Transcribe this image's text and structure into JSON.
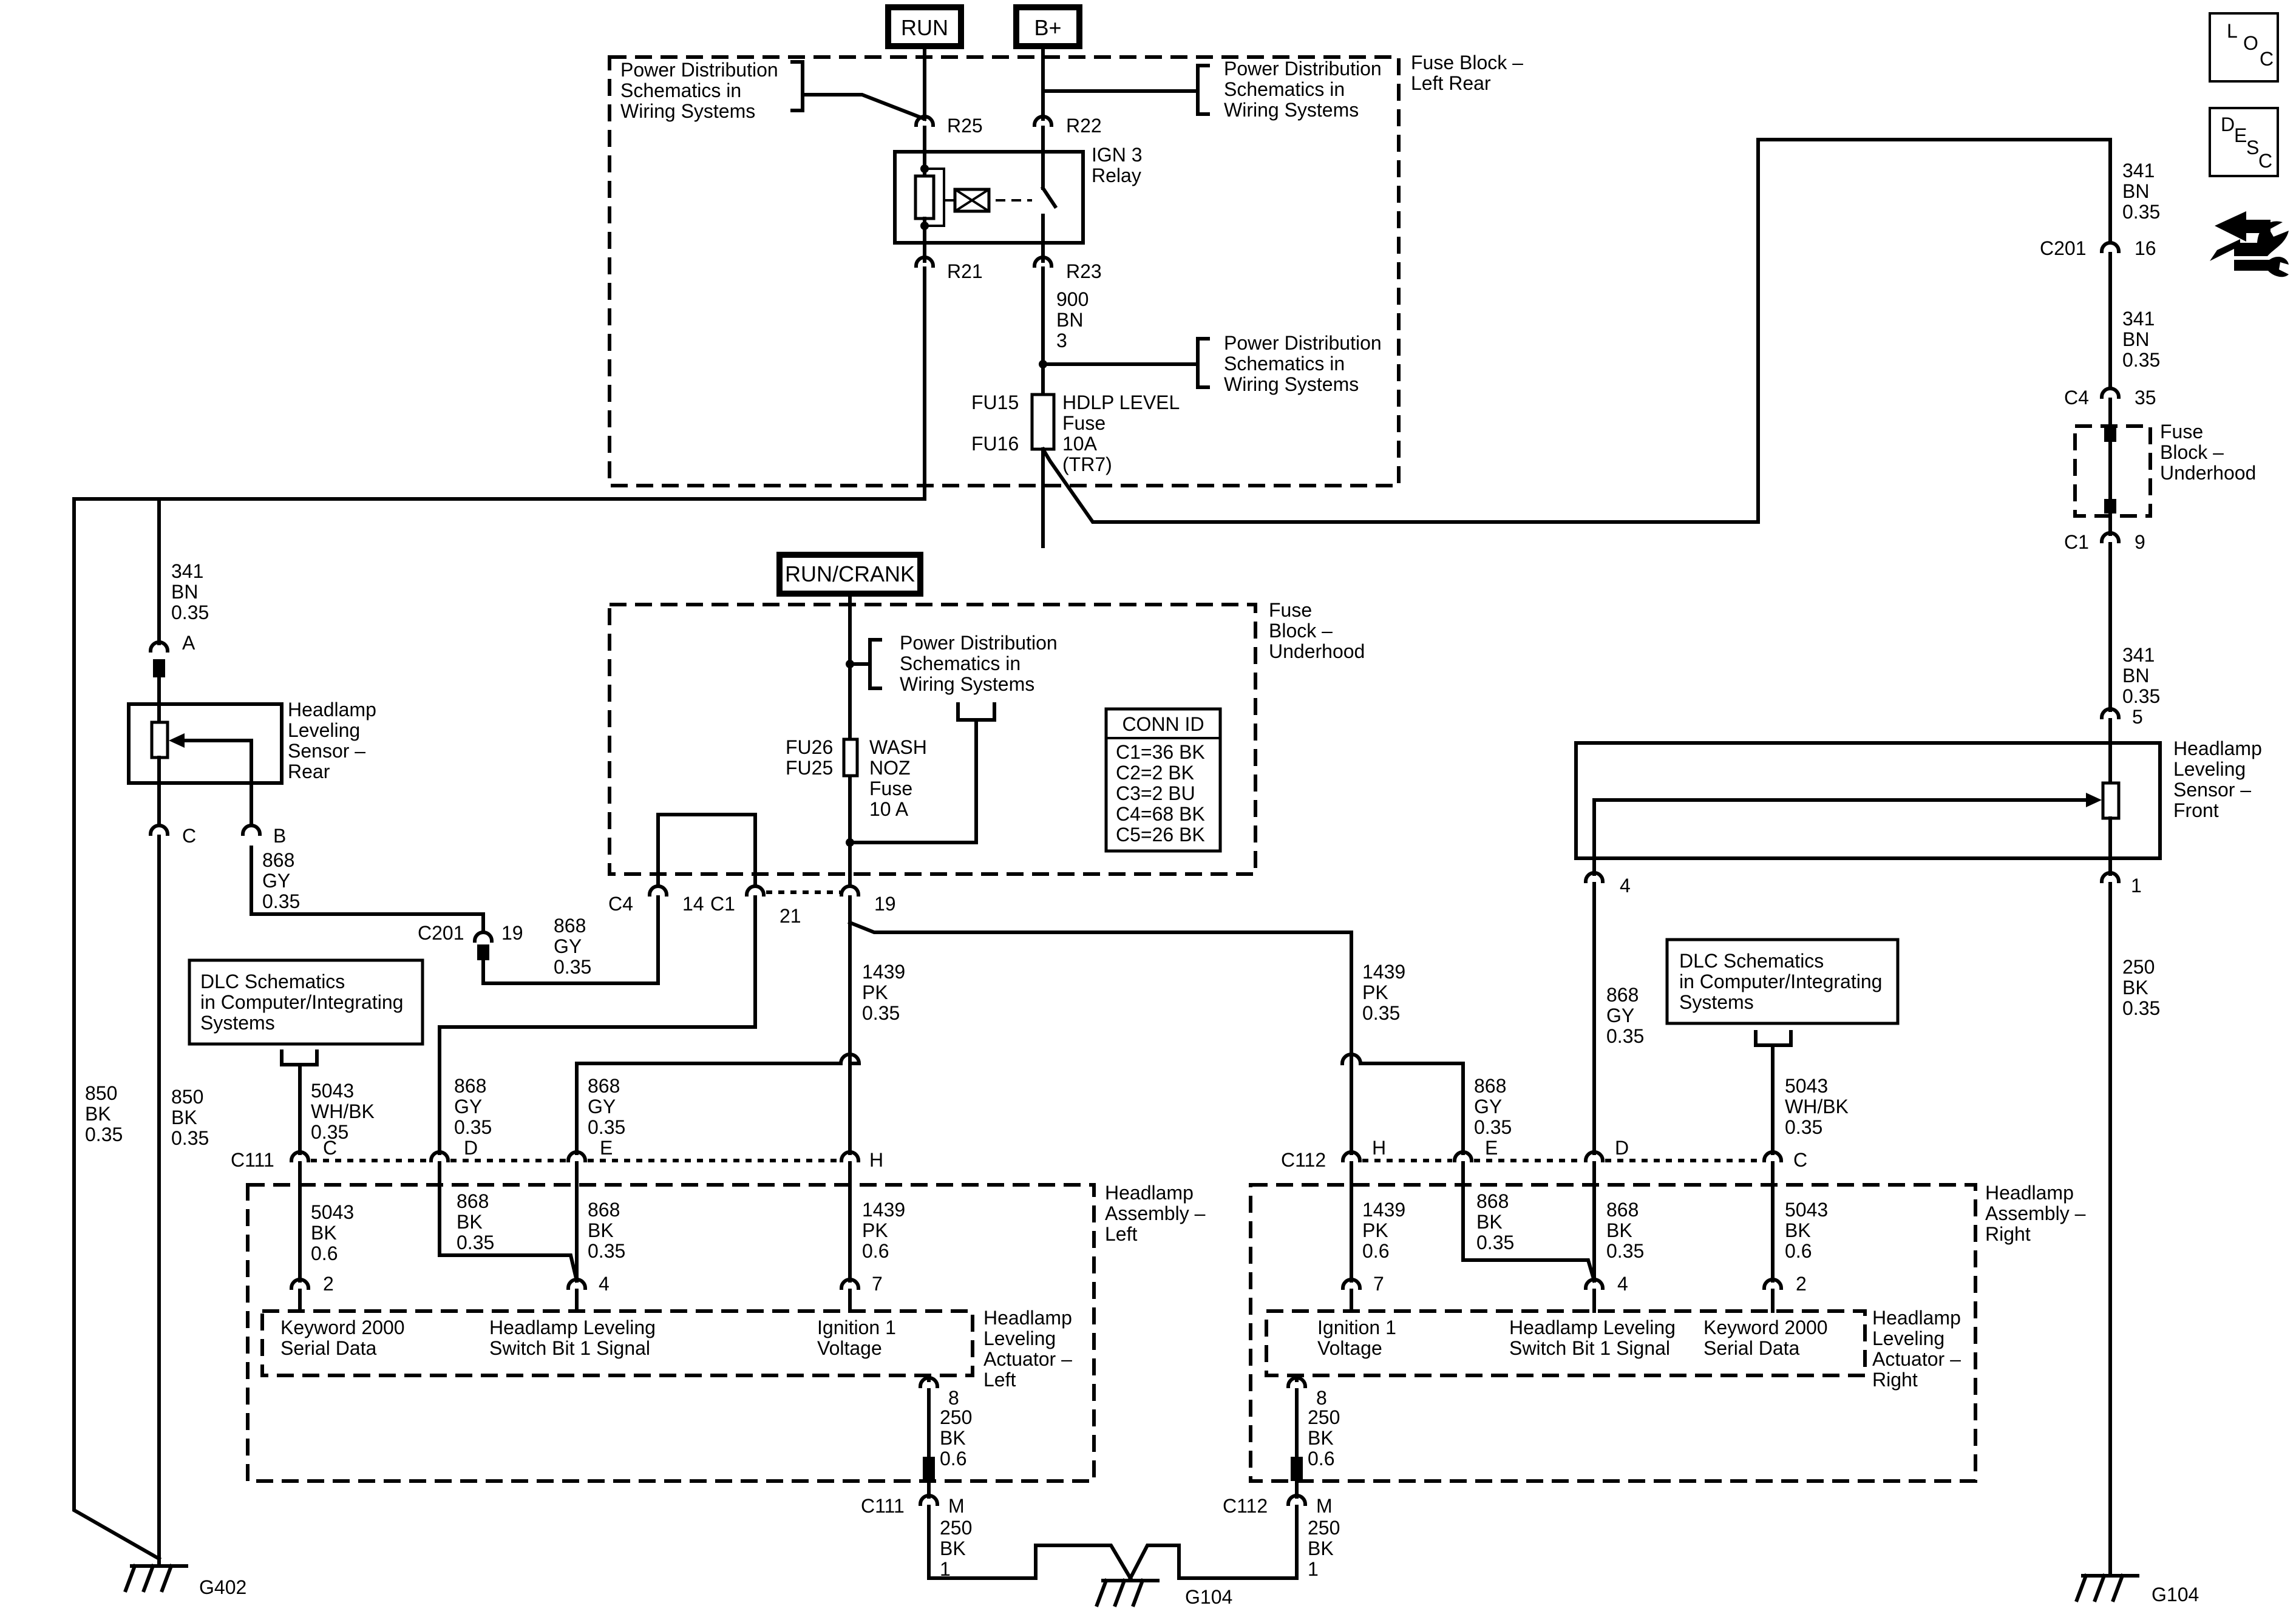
{
  "sources": {
    "run": "RUN",
    "bplus": "B+",
    "runcrank": "RUN/CRANK"
  },
  "icons": {
    "loc": [
      "L",
      "O",
      "C"
    ],
    "desc": [
      "D",
      "E",
      "S",
      "C"
    ],
    "tool": "wrench-arrow-icon"
  },
  "fuse_block_lr": {
    "title": [
      "Fuse Block –",
      "Left Rear"
    ],
    "pd_left": [
      "Power Distribution",
      "Schematics in",
      "Wiring Systems"
    ],
    "pd_right": [
      "Power Distribution",
      "Schematics in",
      "Wiring Systems"
    ],
    "pd_mid": [
      "Power Distribution",
      "Schematics in",
      "Wiring Systems"
    ],
    "r25": "R25",
    "r22": "R22",
    "r21": "R21",
    "r23": "R23",
    "relay": [
      "IGN 3",
      "Relay"
    ],
    "wire900": [
      "900",
      "BN",
      "3"
    ],
    "fu15": "FU15",
    "fu16": "FU16",
    "fuse": [
      "HDLP LEVEL",
      "Fuse",
      "10A",
      "(TR7)"
    ]
  },
  "fuse_block_uh": {
    "title": [
      "Fuse",
      "Block –",
      "Underhood"
    ],
    "pd": [
      "Power Distribution",
      "Schematics in",
      "Wiring Systems"
    ],
    "fu26": "FU26",
    "fu25": "FU25",
    "fuse": [
      "WASH",
      "NOZ",
      "Fuse",
      "10 A"
    ],
    "conn_title": "CONN ID",
    "conn": [
      "C1=36 BK",
      "C2=2 BK",
      "C3=2 BU",
      "C4=68 BK",
      "C5=26 BK"
    ],
    "c4": "C4",
    "c4pin": "14",
    "c1": "C1",
    "c1pin": "21",
    "pin19": "19"
  },
  "right_side": {
    "wire341a": [
      "341",
      "BN",
      "0.35"
    ],
    "c201": "C201",
    "c201pin": "16",
    "wire341b": [
      "341",
      "BN",
      "0.35"
    ],
    "c4": "C4",
    "c4pin": "35",
    "fb_uh": [
      "Fuse",
      "Block –",
      "Underhood"
    ],
    "c1": "C1",
    "c1pin": "9",
    "wire341c": [
      "341",
      "BN",
      "0.35"
    ],
    "pin5": "5",
    "sensor_front": [
      "Headlamp",
      "Leveling",
      "Sensor –",
      "Front"
    ],
    "pin4": "4",
    "pin1": "1",
    "wire868": [
      "868",
      "GY",
      "0.35"
    ],
    "wire250": [
      "250",
      "BK",
      "0.35"
    ],
    "ground": "G104",
    "dlc": [
      "DLC Schematics",
      "in Computer/Integrating",
      "Systems"
    ]
  },
  "left_side": {
    "wire341": [
      "341",
      "BN",
      "0.35"
    ],
    "pinA": "A",
    "pinB": "B",
    "pinC": "C",
    "sensor_rear": [
      "Headlamp",
      "Leveling",
      "Sensor –",
      "Rear"
    ],
    "wire868b": [
      "868",
      "GY",
      "0.35"
    ],
    "c201": "C201",
    "c201pin": "19",
    "wire868c": [
      "868",
      "GY",
      "0.35"
    ],
    "dlc": [
      "DLC Schematics",
      "in Computer/Integrating",
      "Systems"
    ],
    "wire850a": [
      "850",
      "BK",
      "0.35"
    ],
    "wire850b": [
      "850",
      "BK",
      "0.35"
    ],
    "ground": "G402"
  },
  "left_assy": {
    "c111": "C111",
    "pins": [
      "C",
      "D",
      "E",
      "H"
    ],
    "w5043top": [
      "5043",
      "WH/BK",
      "0.35"
    ],
    "w868d": [
      "868",
      "GY",
      "0.35"
    ],
    "w868e": [
      "868",
      "GY",
      "0.35"
    ],
    "w1439top": [
      "1439",
      "PK",
      "0.35"
    ],
    "title": [
      "Headlamp",
      "Assembly –",
      "Left"
    ],
    "w5043": [
      "5043",
      "BK",
      "0.6"
    ],
    "w868bk": [
      "868",
      "BK",
      "0.35"
    ],
    "w868bk2": [
      "868",
      "BK",
      "0.35"
    ],
    "w1439": [
      "1439",
      "PK",
      "0.6"
    ],
    "p2": "2",
    "p4": "4",
    "p7": "7",
    "p8": "8",
    "f1": [
      "Keyword 2000",
      "Serial Data"
    ],
    "f2": [
      "Headlamp Leveling",
      "Switch Bit 1 Signal"
    ],
    "f3": [
      "Ignition 1",
      "Voltage"
    ],
    "act": [
      "Headlamp",
      "Leveling",
      "Actuator –",
      "Left"
    ],
    "w250": [
      "250",
      "BK",
      "0.6"
    ],
    "cm": "C111",
    "pm": "M",
    "w250b": [
      "250",
      "BK",
      "1"
    ]
  },
  "right_assy": {
    "c112": "C112",
    "pins": [
      "H",
      "E",
      "D",
      "C"
    ],
    "w1439top": [
      "1439",
      "PK",
      "0.35"
    ],
    "w868e": [
      "868",
      "GY",
      "0.35"
    ],
    "w5043top": [
      "5043",
      "WH/BK",
      "0.35"
    ],
    "title": [
      "Headlamp",
      "Assembly –",
      "Right"
    ],
    "w1439": [
      "1439",
      "PK",
      "0.6"
    ],
    "w868bk": [
      "868",
      "BK",
      "0.35"
    ],
    "w868bk2": [
      "868",
      "BK",
      "0.35"
    ],
    "w5043": [
      "5043",
      "BK",
      "0.6"
    ],
    "p7": "7",
    "p4": "4",
    "p2": "2",
    "p8": "8",
    "f3": [
      "Ignition 1",
      "Voltage"
    ],
    "f2": [
      "Headlamp Leveling",
      "Switch Bit 1 Signal"
    ],
    "f1": [
      "Keyword 2000",
      "Serial Data"
    ],
    "act": [
      "Headlamp",
      "Leveling",
      "Actuator –",
      "Right"
    ],
    "w250": [
      "250",
      "BK",
      "0.6"
    ],
    "cm": "C112",
    "pm": "M",
    "w250b": [
      "250",
      "BK",
      "1"
    ]
  },
  "center_ground": "G104",
  "mid_wire1439": [
    "1439",
    "PK",
    "0.35"
  ],
  "mid_wire1439r": [
    "1439",
    "PK",
    "0.35"
  ]
}
